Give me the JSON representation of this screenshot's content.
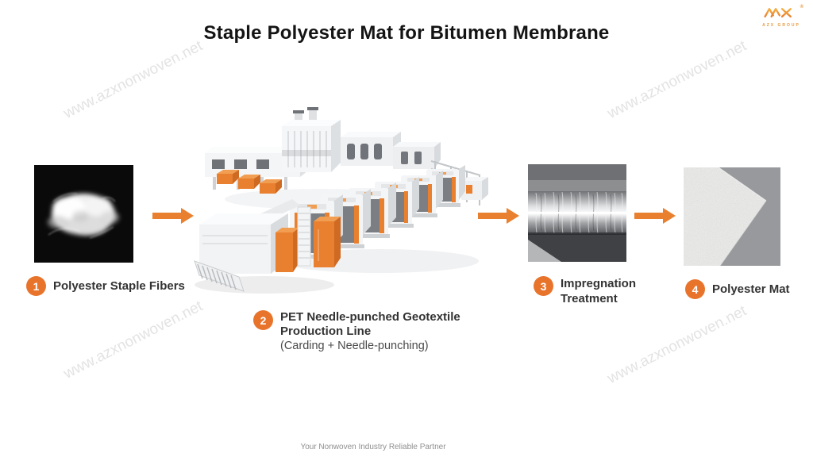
{
  "title": "Staple Polyester Mat for Bitumen Membrane",
  "logo": {
    "monogram_icon": "azx-zigzag-monogram",
    "brand": "AZX GROUP",
    "registered": "®"
  },
  "watermark": {
    "text": "www.azxnonwoven.net"
  },
  "colors": {
    "accent": "#E8802F",
    "accent_light": "#F29E52",
    "accent_dark": "#CE6A22",
    "step_circle": "#E8742C",
    "watermark": "#E3E3E3"
  },
  "flow": {
    "arrow_icon": "orange-right-arrow"
  },
  "steps": [
    {
      "number": "1",
      "lines": [
        "Polyester Staple Fibers"
      ],
      "image": "white-staple-fiber-clump-on-black"
    },
    {
      "number": "2",
      "lines": [
        "PET Needle-punched Geotextile",
        "Production Line",
        "(Carding + Needle-punching)"
      ],
      "image": "needle-punch-geotextile-production-line-render"
    },
    {
      "number": "3",
      "lines": [
        "Impregnation",
        "Treatment"
      ],
      "image": "impregnation-roller-photo"
    },
    {
      "number": "4",
      "lines": [
        "Polyester Mat"
      ],
      "image": "polyester-mat-texture-sample"
    }
  ],
  "footer": {
    "tagline": "Your Nonwoven Industry Reliable Partner"
  }
}
